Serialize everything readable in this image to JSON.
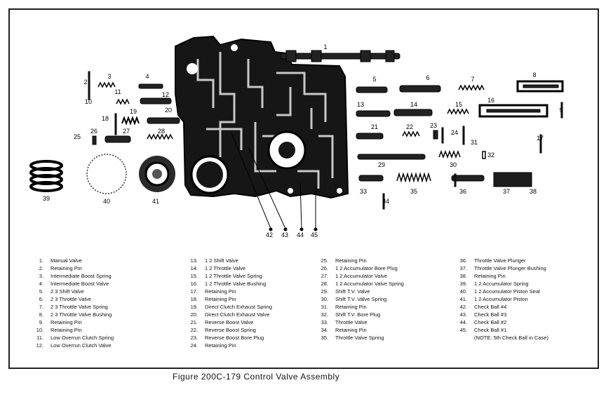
{
  "diagram": {
    "callouts": [
      "1",
      "2",
      "3",
      "4",
      "5",
      "6",
      "7",
      "8",
      "9",
      "10",
      "11",
      "12",
      "13",
      "14",
      "15",
      "16",
      "17",
      "18",
      "19",
      "20",
      "21",
      "22",
      "23",
      "24",
      "25",
      "26",
      "27",
      "28",
      "29",
      "30",
      "31",
      "32",
      "33",
      "34",
      "35",
      "36",
      "37",
      "38",
      "39",
      "40",
      "41",
      "42",
      "43",
      "44",
      "45"
    ]
  },
  "legend": {
    "columns": [
      [
        {
          "num": "1",
          "label": "Manual Valve"
        },
        {
          "num": "2",
          "label": "Retaining Pin"
        },
        {
          "num": "3",
          "label": "Intermediate Boost Spring"
        },
        {
          "num": "4",
          "label": "Intermediate Boost Valve"
        },
        {
          "num": "5",
          "label": "2 3 Shift Valve"
        },
        {
          "num": "6",
          "label": "2 3 Throttle Valve"
        },
        {
          "num": "7",
          "label": "2 3 Throttle Valve Spring"
        },
        {
          "num": "8",
          "label": "2 3 Throttle Valve Bushing"
        },
        {
          "num": "9",
          "label": "Retaining Pin"
        },
        {
          "num": "10",
          "label": "Retaining Pin"
        },
        {
          "num": "11",
          "label": "Low Overrun Clutch Spring"
        },
        {
          "num": "12",
          "label": "Low Overrun Clutch Valve"
        }
      ],
      [
        {
          "num": "13",
          "label": "1 2 Shift Valve"
        },
        {
          "num": "14",
          "label": "1 2 Throttle Valve"
        },
        {
          "num": "15",
          "label": "1 2 Throttle Valve Spring"
        },
        {
          "num": "16",
          "label": "1 2 Throttle Valve Bushing"
        },
        {
          "num": "17",
          "label": "Retaining Pin"
        },
        {
          "num": "18",
          "label": "Retaining Pin"
        },
        {
          "num": "19",
          "label": "Direct Clutch Exhaust Spring"
        },
        {
          "num": "20",
          "label": "Direct Clutch Exhaust Valve"
        },
        {
          "num": "21",
          "label": "Reverse Boost Valve"
        },
        {
          "num": "22",
          "label": "Reverse Boost Spring"
        },
        {
          "num": "23",
          "label": "Reverse Boost Bore Plug"
        },
        {
          "num": "24",
          "label": "Retaining Pin"
        }
      ],
      [
        {
          "num": "25",
          "label": "Retaining Pin"
        },
        {
          "num": "26",
          "label": "1 2 Accumulator Bore Plug"
        },
        {
          "num": "27",
          "label": "1 2 Accumulator Valve"
        },
        {
          "num": "28",
          "label": "1 2 Accumulator Valve Spring"
        },
        {
          "num": "29",
          "label": "Shift T.V. Valve"
        },
        {
          "num": "30",
          "label": "Shift T.V. Valve Spring"
        },
        {
          "num": "31",
          "label": "Retaining Pin"
        },
        {
          "num": "32",
          "label": "Shift T.V. Bore Plug"
        },
        {
          "num": "33",
          "label": "Throttle Valve"
        },
        {
          "num": "34",
          "label": "Retaining Pin"
        },
        {
          "num": "35",
          "label": "Throttle Valve Spring"
        }
      ],
      [
        {
          "num": "36",
          "label": "Throttle Valve Plunger"
        },
        {
          "num": "37",
          "label": "Throttle Valve Plunger Bushing"
        },
        {
          "num": "38",
          "label": "Retaining Pin"
        },
        {
          "num": "39",
          "label": "1 2 Accumulator Spring"
        },
        {
          "num": "40",
          "label": "1 2 Accumulator Piston Seal"
        },
        {
          "num": "41",
          "label": "1 2 Accumulator Piston"
        },
        {
          "num": "42",
          "label": "Check Ball #4"
        },
        {
          "num": "43",
          "label": "Check Ball #3"
        },
        {
          "num": "44",
          "label": "Check Ball #2"
        },
        {
          "num": "45",
          "label": "Check Ball #1"
        },
        {
          "num": "",
          "label": "(NOTE: 5th Check Ball in Case)"
        }
      ]
    ]
  },
  "caption": "Figure 200C-179 Control Valve Assembly"
}
